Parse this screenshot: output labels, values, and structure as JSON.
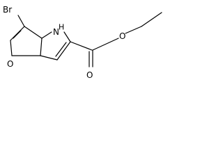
{
  "molecule": {
    "atoms": {
      "bromine": "Br",
      "ring_nitrogen": "N",
      "ring_hydrogen": "H",
      "ring_oxygen": "O",
      "carbonyl_oxygen": "O",
      "ester_oxygen": "O"
    }
  }
}
